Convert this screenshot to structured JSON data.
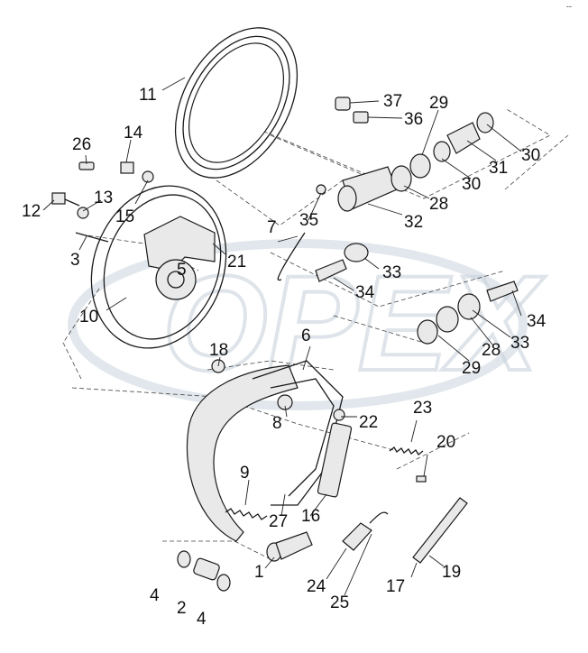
{
  "corner_mark": "--",
  "watermark": "OPEX",
  "callouts": {
    "c1": "1",
    "c2": "2",
    "c3": "3",
    "c4a": "4",
    "c4b": "4",
    "c5": "5",
    "c6": "6",
    "c7": "7",
    "c8": "8",
    "c9": "9",
    "c10": "10",
    "c11": "11",
    "c12": "12",
    "c13": "13",
    "c14": "14",
    "c15": "15",
    "c16": "16",
    "c17": "17",
    "c18": "18",
    "c19": "19",
    "c20": "20",
    "c21": "21",
    "c22": "22",
    "c23": "23",
    "c24": "24",
    "c25": "25",
    "c26": "26",
    "c27": "27",
    "c28a": "28",
    "c28b": "28",
    "c29a": "29",
    "c29b": "29",
    "c30a": "30",
    "c30b": "30",
    "c31": "31",
    "c32": "32",
    "c33a": "33",
    "c33b": "33",
    "c34a": "34",
    "c34b": "34",
    "c35": "35",
    "c36": "36",
    "c37": "37"
  }
}
